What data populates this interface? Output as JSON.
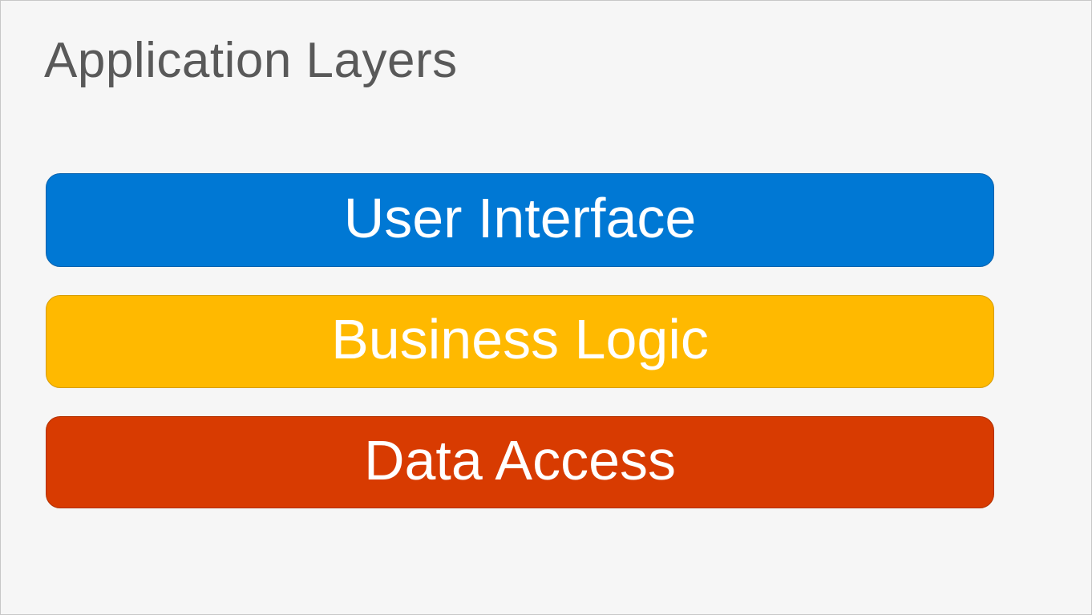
{
  "title": "Application Layers",
  "colors": {
    "background": "#f6f6f6",
    "page_border": "#c7c7c7",
    "title_text": "#595959",
    "layer_text": "#ffffff"
  },
  "layers": [
    {
      "label": "User Interface",
      "color": "#0078d4",
      "border_color": "#0a62ad"
    },
    {
      "label": "Business Logic",
      "color": "#ffb900",
      "border_color": "#d79d06"
    },
    {
      "label": "Data Access",
      "color": "#d83b01",
      "border_color": "#b23101"
    }
  ]
}
